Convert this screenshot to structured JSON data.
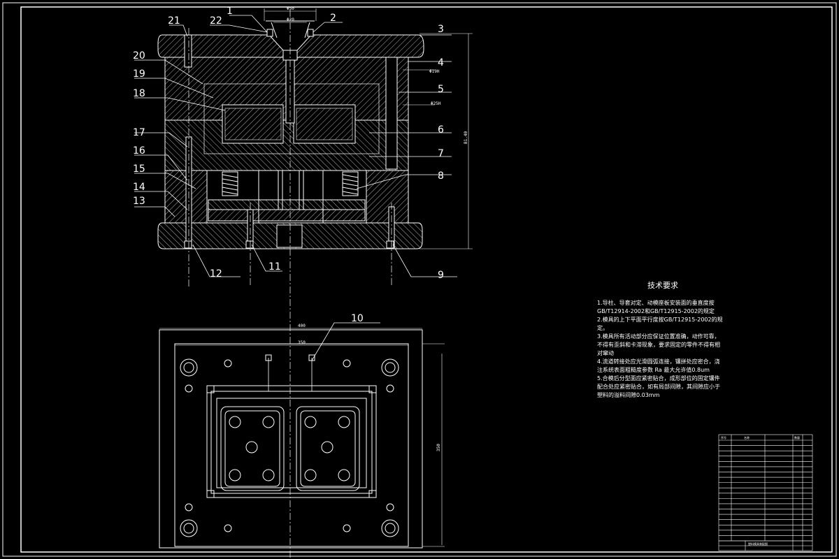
{
  "callouts": [
    "1",
    "2",
    "3",
    "4",
    "5",
    "6",
    "7",
    "8",
    "9",
    "10",
    "11",
    "12",
    "13",
    "14",
    "15",
    "16",
    "17",
    "18",
    "19",
    "20",
    "21",
    "22"
  ],
  "dimensions": {
    "top_sprue": "Φ50",
    "top_inner": "Φ20",
    "d_guide": "Φ19H",
    "d_pin": "Φ25H",
    "height": "B1.40",
    "plan_width": "400",
    "plan_inner": "350",
    "plan_height": "350"
  },
  "tech": {
    "title": "技术要求",
    "lines": [
      "1.导柱、导套对定、动模座板安装面的垂直度按",
      "GB/T12914-2002和GB/T12915-2002的规定",
      "2.模具的上下平面平行度按GB/T12915-2002的规",
      "定。",
      "3.模具所有活动部分应保证位置准确，动作可靠，",
      "不得有歪斜和卡滞现象，要求固定的零件不得有相",
      "对窜动",
      "4.流道转接处应光滑圆弧连接，镶拼处应密合，浇",
      "注系统表面粗糙度参数 Ra 最大允许值0.8um",
      "5.合模后分型面应紧密贴合，成形部位的固定镶件",
      "配合处应紧密贴合，如有局部间隙，其间隙应小于",
      "塑料的溢料间隙0.03mm"
    ]
  },
  "title_block": {
    "header": [
      "序号",
      "名称",
      "数量"
    ],
    "rows": 19,
    "bottom_title": "塑料模具装配图"
  },
  "colors": {
    "background": "#000000",
    "line": "#ffffff",
    "dim": "#c8c8c8"
  }
}
